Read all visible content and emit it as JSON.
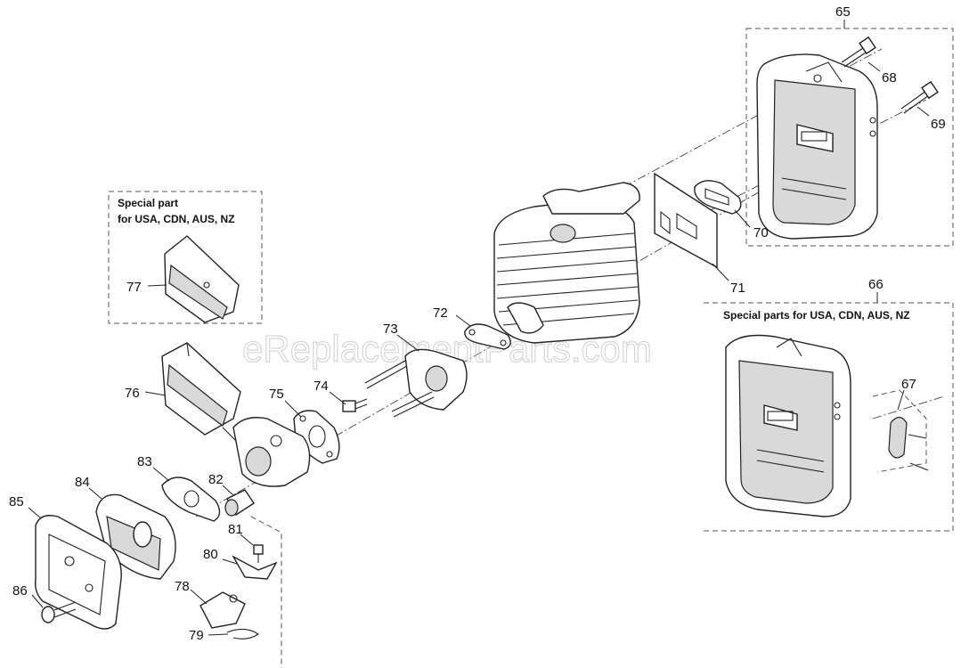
{
  "watermark": "eReplacementParts.com",
  "notes": {
    "left_box_line1": "Special part",
    "left_box_line2": "for USA, CDN, AUS, NZ",
    "right_box": "Special parts for USA, CDN, AUS, NZ"
  },
  "callouts": {
    "c65": "65",
    "c66": "66",
    "c67": "67",
    "c68": "68",
    "c69": "69",
    "c70": "70",
    "c71": "71",
    "c72": "72",
    "c73": "73",
    "c74": "74",
    "c75": "75",
    "c76": "76",
    "c77": "77",
    "c78": "78",
    "c79": "79",
    "c80": "80",
    "c81": "81",
    "c82": "82",
    "c83": "83",
    "c84": "84",
    "c85": "85",
    "c86": "86"
  }
}
